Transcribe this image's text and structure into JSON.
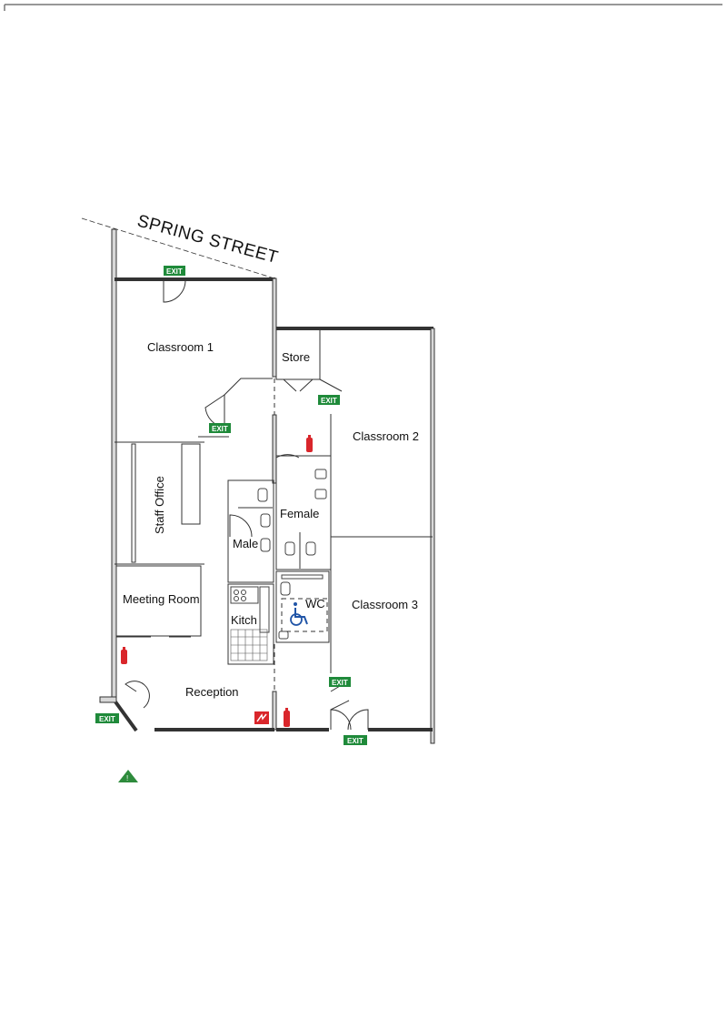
{
  "street_name": "SPRING STREET",
  "rooms": {
    "classroom_1": "Classroom 1",
    "classroom_2": "Classroom 2",
    "classroom_3": "Classroom 3",
    "store": "Store",
    "staff_office": "Staff Office",
    "meeting_room": "Meeting Room",
    "female": "Female",
    "male": "Male",
    "wc": "WC",
    "kitchen": "Kitch",
    "reception": "Reception"
  },
  "exit_label": "EXIT",
  "colors": {
    "exit_sign": "#1f8a3a",
    "extinguisher": "#d9262b",
    "accessible": "#2155a7",
    "you_are_here": "#2e8b3c"
  },
  "icons": [
    "exit-sign-icon",
    "fire-extinguisher-icon",
    "fire-alarm-icon",
    "wheelchair-icon",
    "you-are-here-icon"
  ]
}
